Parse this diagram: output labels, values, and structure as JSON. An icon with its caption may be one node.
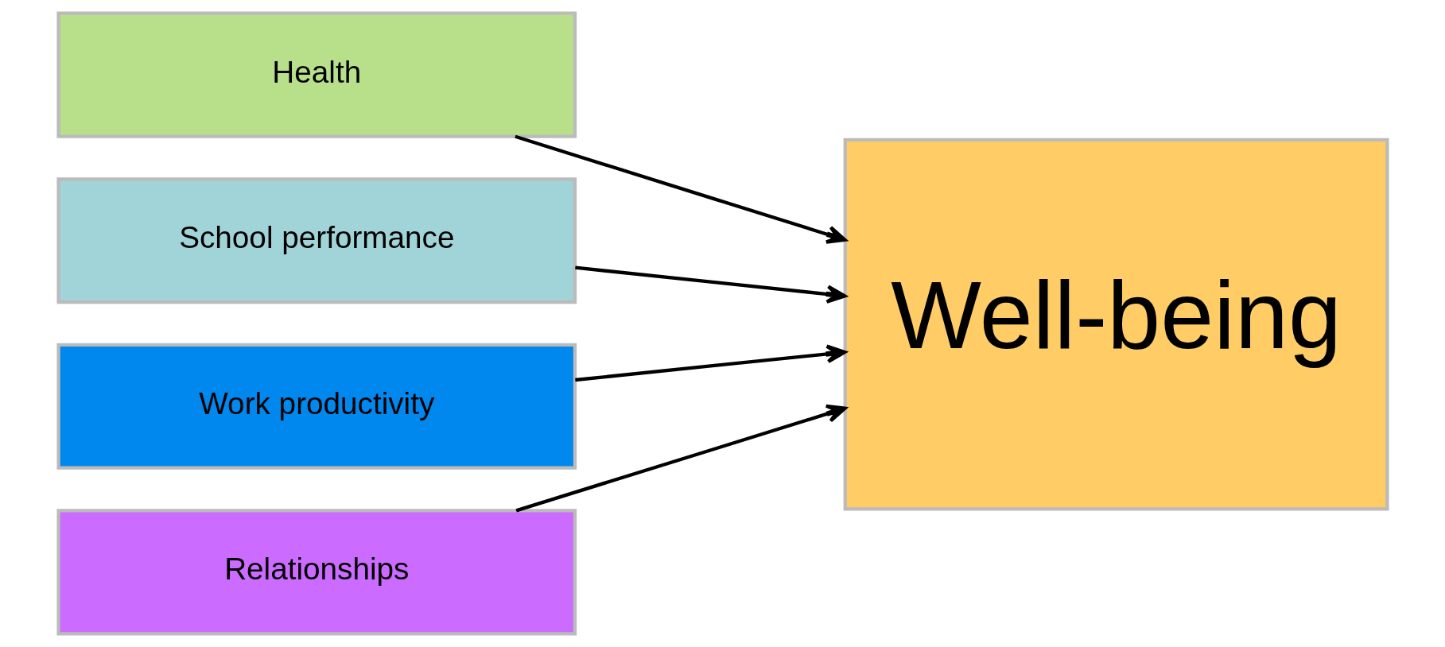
{
  "diagram": {
    "nodes": [
      {
        "text": [
          "Health"
        ]
      },
      {
        "text": [
          "School performance"
        ]
      },
      {
        "text": [
          "Work productivity"
        ]
      },
      {
        "text": [
          "Relationships"
        ]
      },
      {
        "text": [
          "Well-being"
        ]
      }
    ],
    "edges": [
      {
        "from": 0,
        "to": 4,
        "arrow": "to"
      },
      {
        "from": 1,
        "to": 4,
        "arrow": "to"
      },
      {
        "from": 2,
        "to": 4,
        "arrow": "to"
      },
      {
        "from": 3,
        "to": 4,
        "arrow": "to"
      }
    ]
  }
}
